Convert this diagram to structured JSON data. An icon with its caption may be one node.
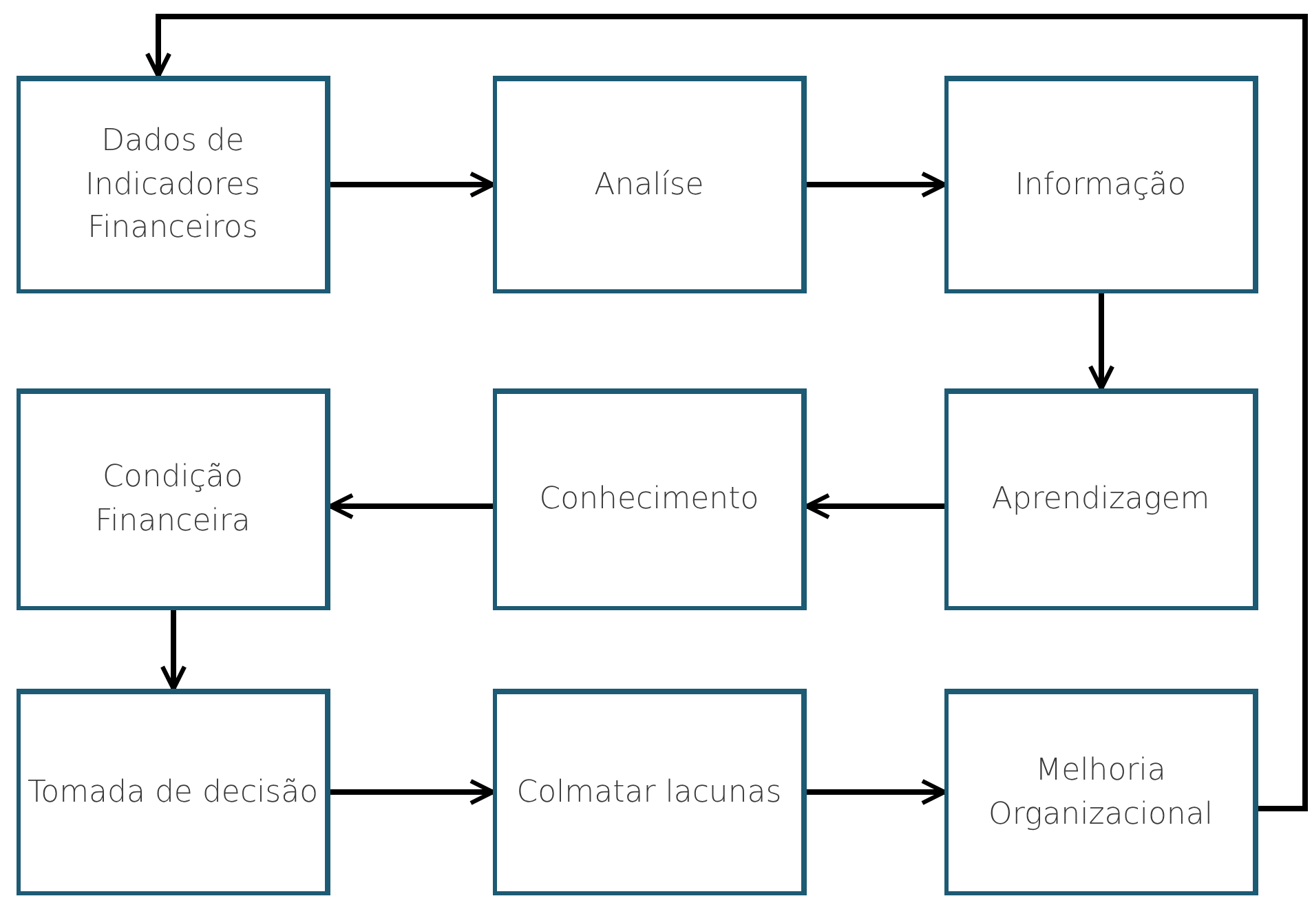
{
  "diagram": {
    "nodes": [
      {
        "text": [
          "Dados de Indicadores Financeiros"
        ]
      },
      {
        "text": [
          "Analíse"
        ]
      },
      {
        "text": [
          "Informação"
        ]
      },
      {
        "text": [
          "Condição Financeira"
        ]
      },
      {
        "text": [
          "Conhecimento"
        ]
      },
      {
        "text": [
          "Aprendizagem"
        ]
      },
      {
        "text": [
          "Tomada de decisão"
        ]
      },
      {
        "text": [
          "Colmatar lacunas"
        ]
      },
      {
        "text": [
          "Melhoria Organizacional"
        ]
      }
    ],
    "edges": [
      {
        "from": 0,
        "to": 1,
        "arrow": "to"
      },
      {
        "from": 1,
        "to": 2,
        "arrow": "to"
      },
      {
        "from": 2,
        "to": 5,
        "arrow": "to"
      },
      {
        "from": 5,
        "to": 4,
        "arrow": "to"
      },
      {
        "from": 4,
        "to": 3,
        "arrow": "to"
      },
      {
        "from": 3,
        "to": 6,
        "arrow": "to"
      },
      {
        "from": 6,
        "to": 7,
        "arrow": "to"
      },
      {
        "from": 7,
        "to": 8,
        "arrow": "to"
      },
      {
        "from": 8,
        "to": 0,
        "arrow": "to"
      }
    ]
  }
}
